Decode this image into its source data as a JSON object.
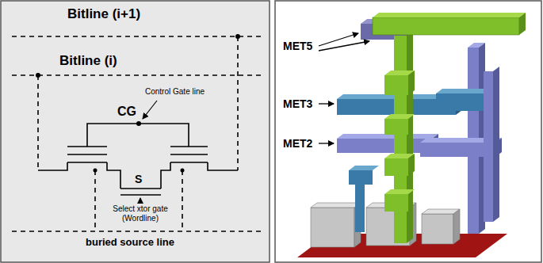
{
  "diagram": {
    "labels": [
      "Bitline (i+1)",
      "Bitline (i)",
      "Control Gate line",
      "CG",
      "S",
      "Select xtor gate (Wordline)",
      "buried source line",
      "MET5",
      "MET3",
      "MET2"
    ]
  }
}
